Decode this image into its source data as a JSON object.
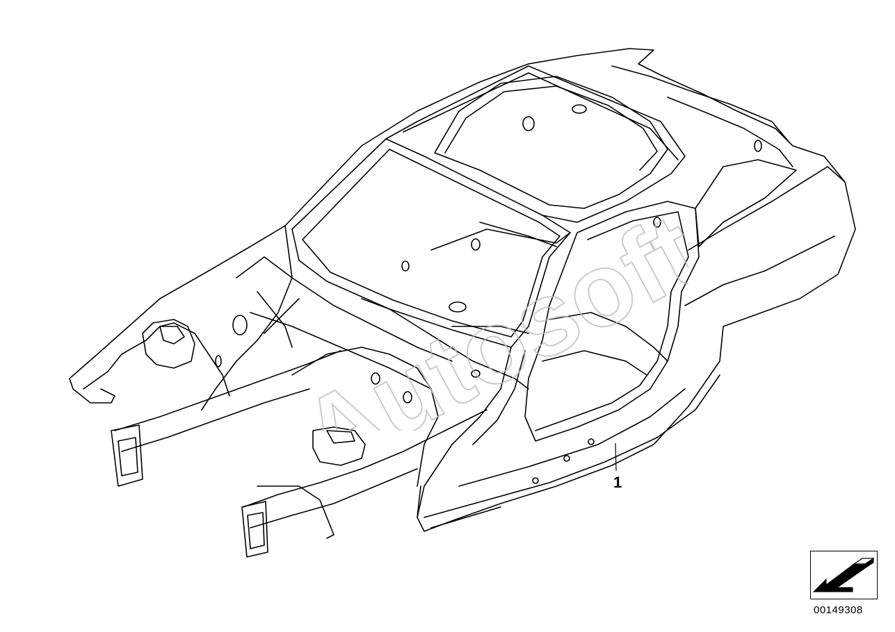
{
  "part_label": "1",
  "diagram_id": "00149308",
  "watermark_text": "Autosoft",
  "icons": {
    "orientation": "direction-arrow-icon"
  },
  "colors": {
    "line": "#000000",
    "background": "#ffffff",
    "watermark": "#bdbdbd"
  }
}
